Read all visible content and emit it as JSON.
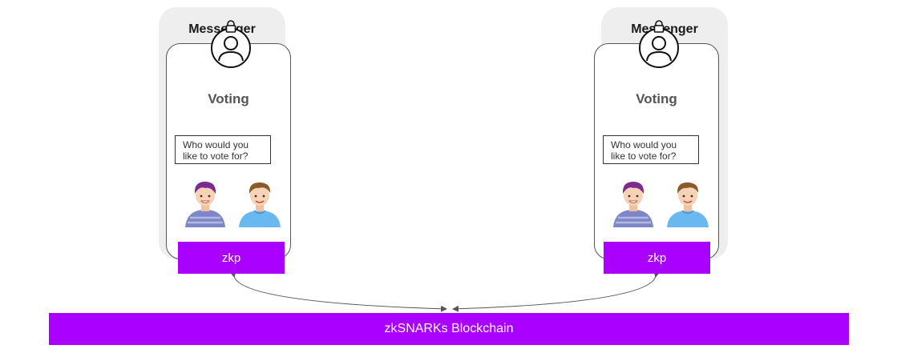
{
  "clients": [
    {
      "messenger_label": "Messenger",
      "voting_title": "Voting",
      "prompt_line1": "Who would you",
      "prompt_line2": "like to vote for?",
      "zkp_label": "zkp"
    },
    {
      "messenger_label": "Messenger",
      "voting_title": "Voting",
      "prompt_line1": "Who would you",
      "prompt_line2": "like to vote for?",
      "zkp_label": "zkp"
    }
  ],
  "blockchain_label": "zkSNARKs Blockchain",
  "colors": {
    "accent": "#aa00ff",
    "messenger_bg": "#eeeeee",
    "candidate_a_hair": "#7a2c8c",
    "candidate_a_shirt": "#7d86c7",
    "candidate_b_hair": "#8b5a2b",
    "candidate_b_shirt": "#6ab8f0"
  },
  "icons": [
    "user-avatar-icon",
    "lock-icon",
    "candidate-a-icon",
    "candidate-b-icon"
  ]
}
